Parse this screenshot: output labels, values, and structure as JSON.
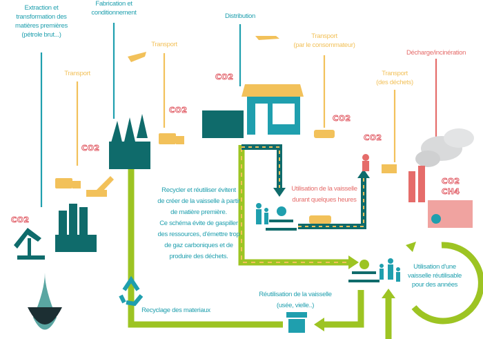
{
  "stages": {
    "extraction": "Extraction et\ntransformation des\nmatières premières\n(pétrole brut...)",
    "fabrication": "Fabrication et\nconditionnement",
    "distribution": "Distribution",
    "transport_1": "Transport",
    "transport_2": "Transport",
    "transport_consumer": "Transport\n(par le consommateur)",
    "transport_waste": "Transport\n(des déchets)",
    "landfill": "Décharge/incinération"
  },
  "usage": {
    "short_use": "Utilisation de la vaisselle\ndurant quelques heures",
    "long_use": "Utilisation d'une\nvaisselle réutilisable\npour des années",
    "reuse": "Réutilisation de la vaisselle\n(usée, vielle..)",
    "recycling": "Recyclage des materiaux"
  },
  "explanation": "Recycler et réutiliser évitent\nde créer de la vaisselle à partir\nde matière première.\nCe schéma évite de gaspiller\ndes ressources, d'émettre trop\nde gaz carboniques et de\nproduire des déchets.",
  "emissions": {
    "co2": "CO2",
    "ch4": "CH4"
  },
  "colors": {
    "teal_text": "#1f9fae",
    "dark_teal": "#0f6b6b",
    "yellow": "#f2c15a",
    "green": "#9dc423",
    "red": "#e56c6a"
  }
}
